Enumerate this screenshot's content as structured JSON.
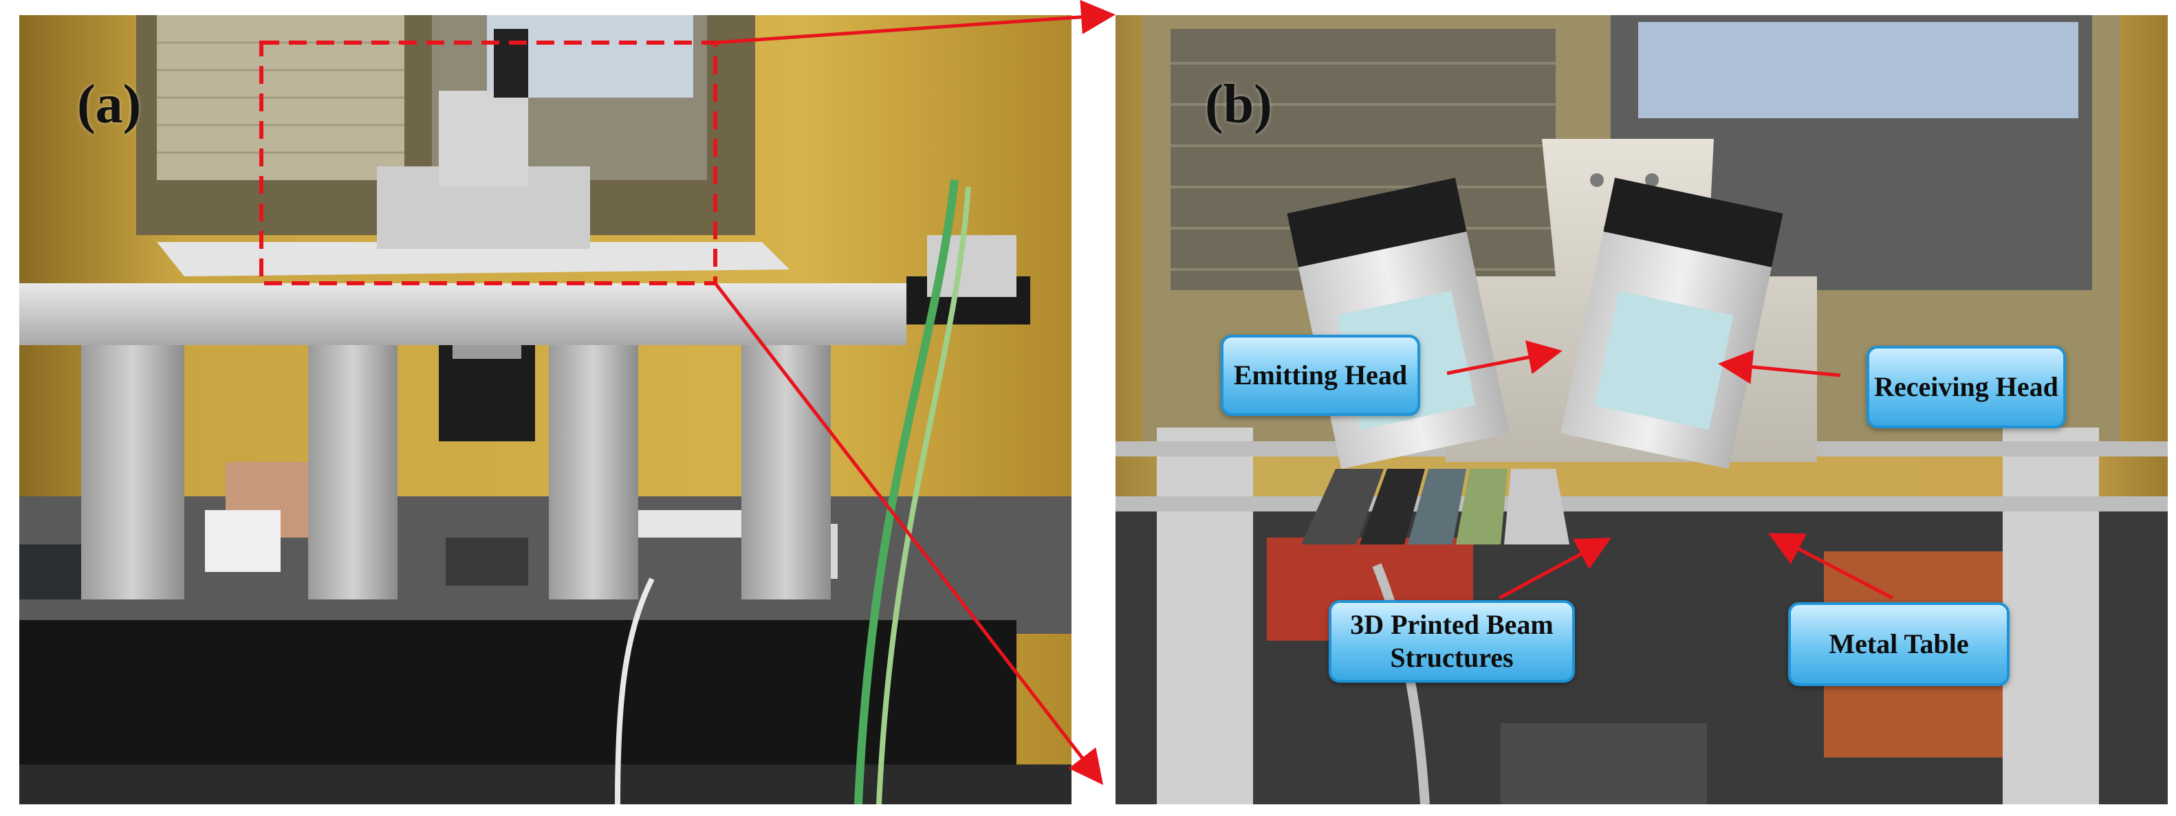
{
  "figure": {
    "panel_a_label": "(a)",
    "panel_b_label": "(b)"
  },
  "callouts": {
    "emitting_head": "Emitting Head",
    "receiving_head": "Receiving Head",
    "beam_structures": "3D Printed Beam Structures",
    "metal_table": "Metal Table"
  },
  "colors": {
    "arrow": "#e8141c",
    "callout_fill": "#6cc5f2",
    "callout_border": "#1f93d6",
    "wall_yellow": "#c9a53a"
  }
}
